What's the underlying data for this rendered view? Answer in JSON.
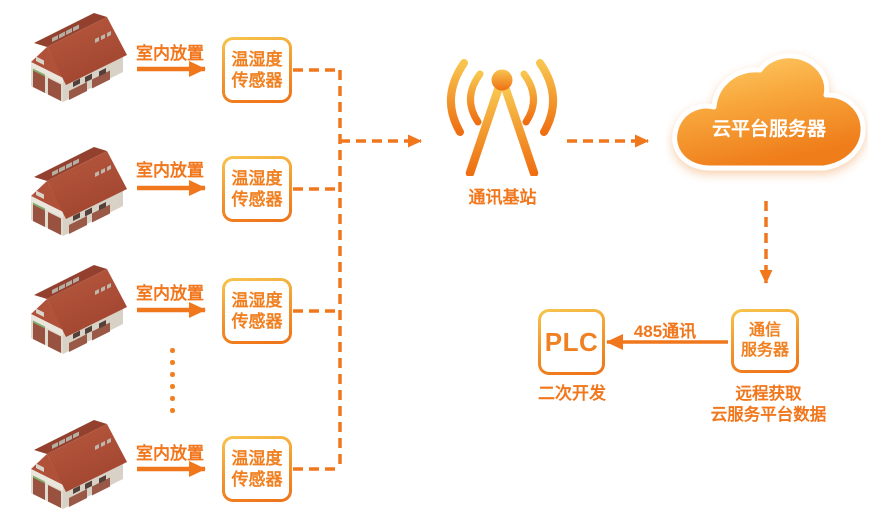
{
  "palette": {
    "accent_orange": "#F1771D",
    "accent_gold": "#F7C64F",
    "cloud_gradient_top": "#FFD06B",
    "cloud_gradient_bottom": "#EF7D1A",
    "roof_red": "#AC4B34",
    "wall_gray": "#E7E2D9",
    "text_on_cloud": "#FFFFFF"
  },
  "icons": {
    "warehouse_icon": "isometric red-roof warehouse building",
    "antenna_tower_icon": "radio mast with signal waves",
    "cloud_icon": "orange gradient cloud",
    "ellipsis_dots": "vertical dotted continuation"
  },
  "warehouses": {
    "placement_label": "室内放置",
    "sensor_line1": "温湿度",
    "sensor_line2": "传感器"
  },
  "base_station": {
    "label": "通讯基站"
  },
  "cloud_server": {
    "label": "云平台服务器"
  },
  "downstream": {
    "comm_server_line1": "通信",
    "comm_server_line2": "服务器",
    "comm_server_caption_line1": "远程获取",
    "comm_server_caption_line2": "云服务平台数据",
    "rs485_label": "485通讯",
    "plc_label": "PLC",
    "plc_caption": "二次开发"
  }
}
